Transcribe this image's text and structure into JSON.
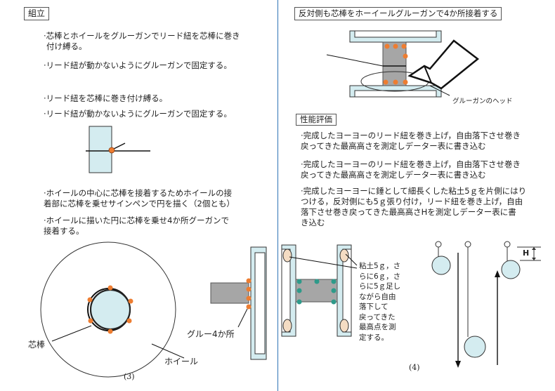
{
  "left": {
    "heading": "組立",
    "step1_line1": "·芯棒とホイールをグルーガンでリード紐を芯棒に巻き",
    "step1_line2": "付け縛る。",
    "step2": "·リード紐が動かないようにグルーガンで固定する。",
    "step3": "·リード紐を芯棒に巻き付け縛る。",
    "step4": "·リード紐が動かないようにグルーガンで固定する。",
    "step5_line1": "·ホイールの中心に芯棒を接着するためホイールの接",
    "step5_line2": "着部に芯棒を乗せサインペンで円を描く（2個とも）",
    "step6_line1": "·ホイールに描いた円に芯棒を乗せ4か所グーガンで",
    "step6_line2": "接着する。",
    "label_core": "芯棒",
    "label_wheel": "ホイール",
    "label_glue": "グルー4か所",
    "caption": "(3)"
  },
  "right": {
    "heading": "反対側も芯棒をホーイールグルーガンで4か所接着する",
    "label_gun_head": "グルーガンのヘッド",
    "eval_heading": "性能評価",
    "eval1_line1": "·完成したヨーヨーのリード紐を巻き上げ，自由落下させ巻き",
    "eval1_line2": "戻ってきた最高高さを測定しデーター表に書き込む",
    "eval2_line1": "·完成したヨーヨーのリード紐を巻き上げ，自由落下させ巻き",
    "eval2_line2": "戻ってきた最高高さを測定しデーター表に書き込む",
    "eval3_line1": "·完成したヨーヨーに錘として細長くした粘土5ｇを片側にはり",
    "eval3_line2": "つける，反対側にも5ｇ張り付け，リード紐を巻き上げ，自由",
    "eval3_line3": "落下させ巻き戻ってきた最高高さHを測定しデーター表に書",
    "eval3_line4": "き込む",
    "clay_lines": [
      "粘土5ｇ，さ",
      "らに6ｇ，さ",
      "らに5ｇ足し",
      "ながら自由",
      "落下して",
      "戻ってきた",
      "最高点を測",
      "定する。"
    ],
    "label_h": "H",
    "caption": "(4)"
  },
  "colors": {
    "fill_blue": "#d4ecf0",
    "fill_gray": "#a6a6a6",
    "dot_orange": "#ed7d31",
    "dot_teal": "#2e9a8a",
    "clay": "#f4dcc3",
    "divider": "#2e75b6"
  }
}
